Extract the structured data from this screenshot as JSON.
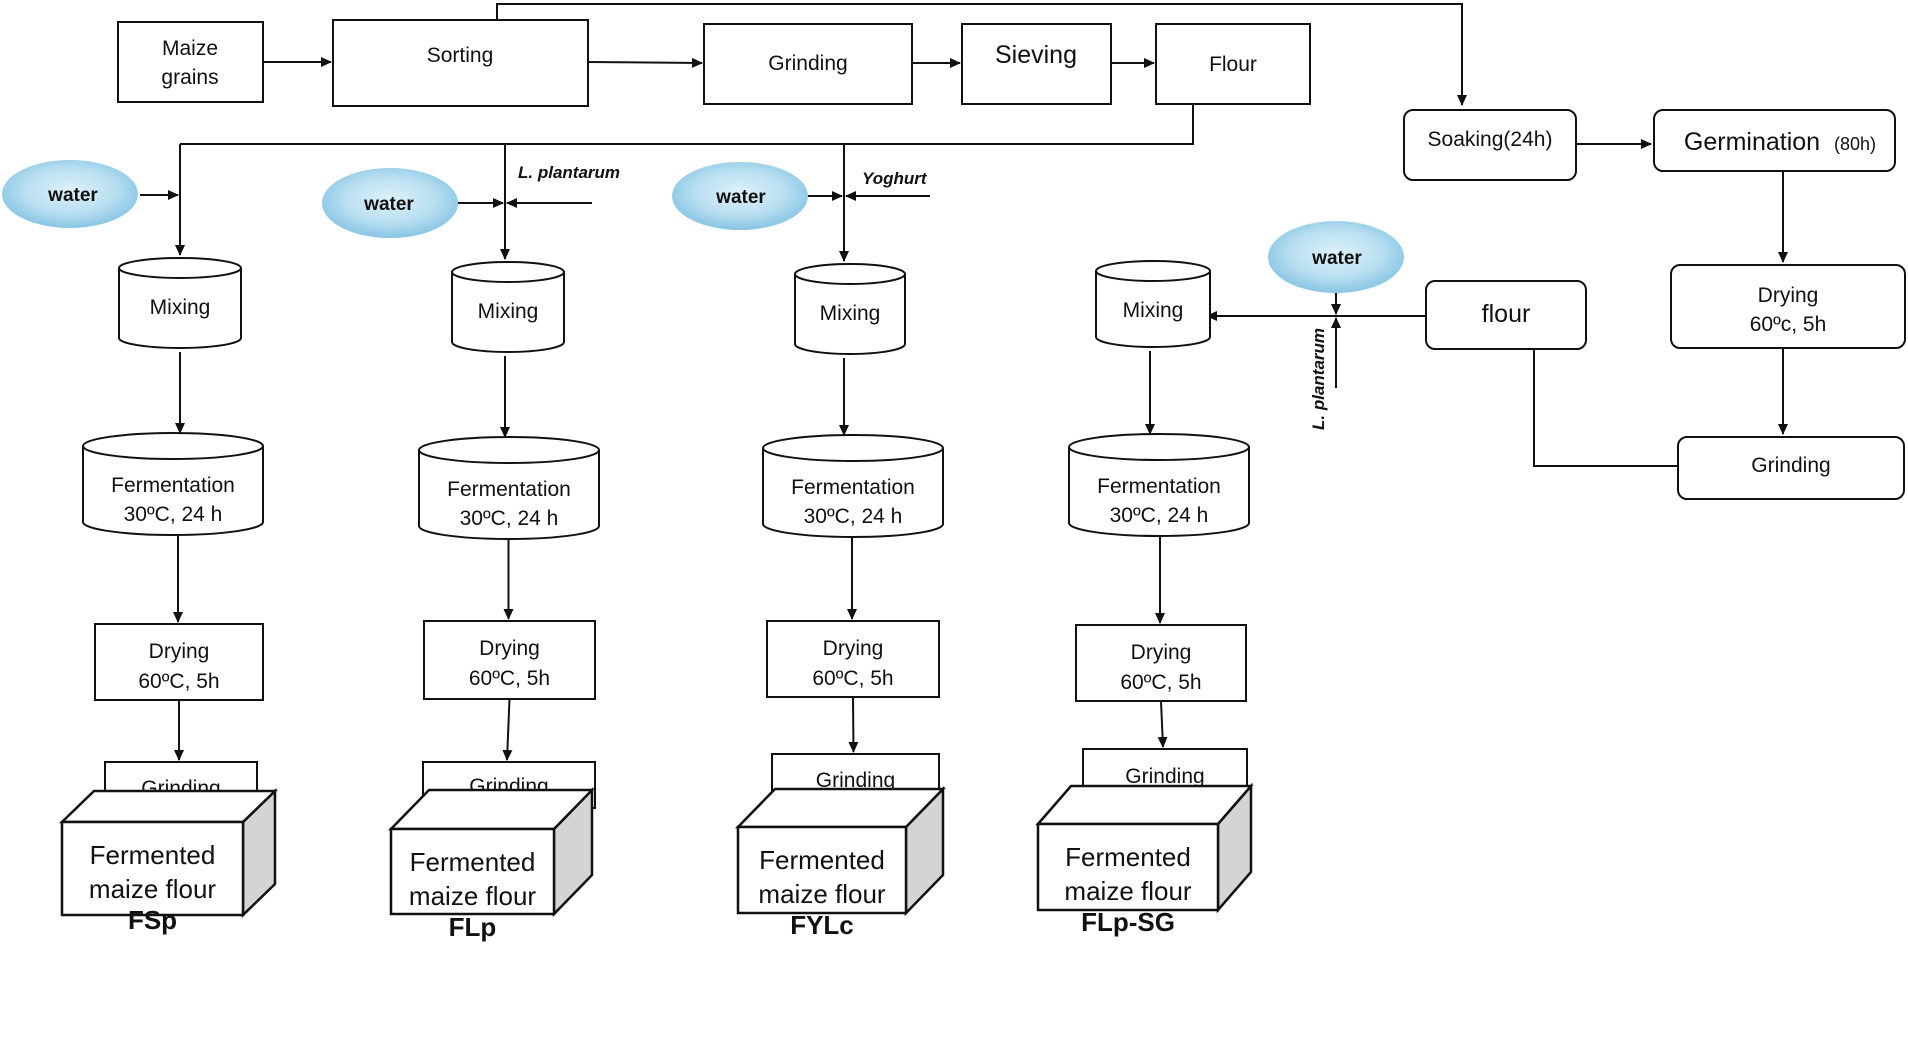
{
  "top_row": {
    "maize_grains": [
      "Maize",
      "grains"
    ],
    "sorting": "Sorting",
    "grinding": "Grinding",
    "sieving": "Sieving",
    "flour": "Flour"
  },
  "germination_branch": {
    "soaking": "Soaking(24h)",
    "germination": "Germination",
    "germination_time": "(80h)",
    "drying": "Drying",
    "drying_cond": "60ºc, 5h",
    "grinding": "Grinding",
    "flour": "flour"
  },
  "water_label": "water",
  "additives": {
    "l_plantarum": "L. plantarum",
    "yoghurt": "Yoghurt"
  },
  "steps": {
    "mixing": "Mixing",
    "fermentation": "Fermentation",
    "fermentation_cond": "30ºC, 24 h",
    "drying": "Drying",
    "drying_cond": "60ºC, 5h",
    "grinding": "Grinding"
  },
  "products": {
    "line1": "Fermented",
    "line2": "maize flour",
    "codes": [
      "FSp",
      "FLp",
      "FYLc",
      "FLp-SG"
    ]
  },
  "colors": {
    "water_light": "#dff1f9",
    "water_mid": "#a8d5ec",
    "water_dark": "#6cb6dc",
    "cube_side": "#d4d4d4"
  }
}
